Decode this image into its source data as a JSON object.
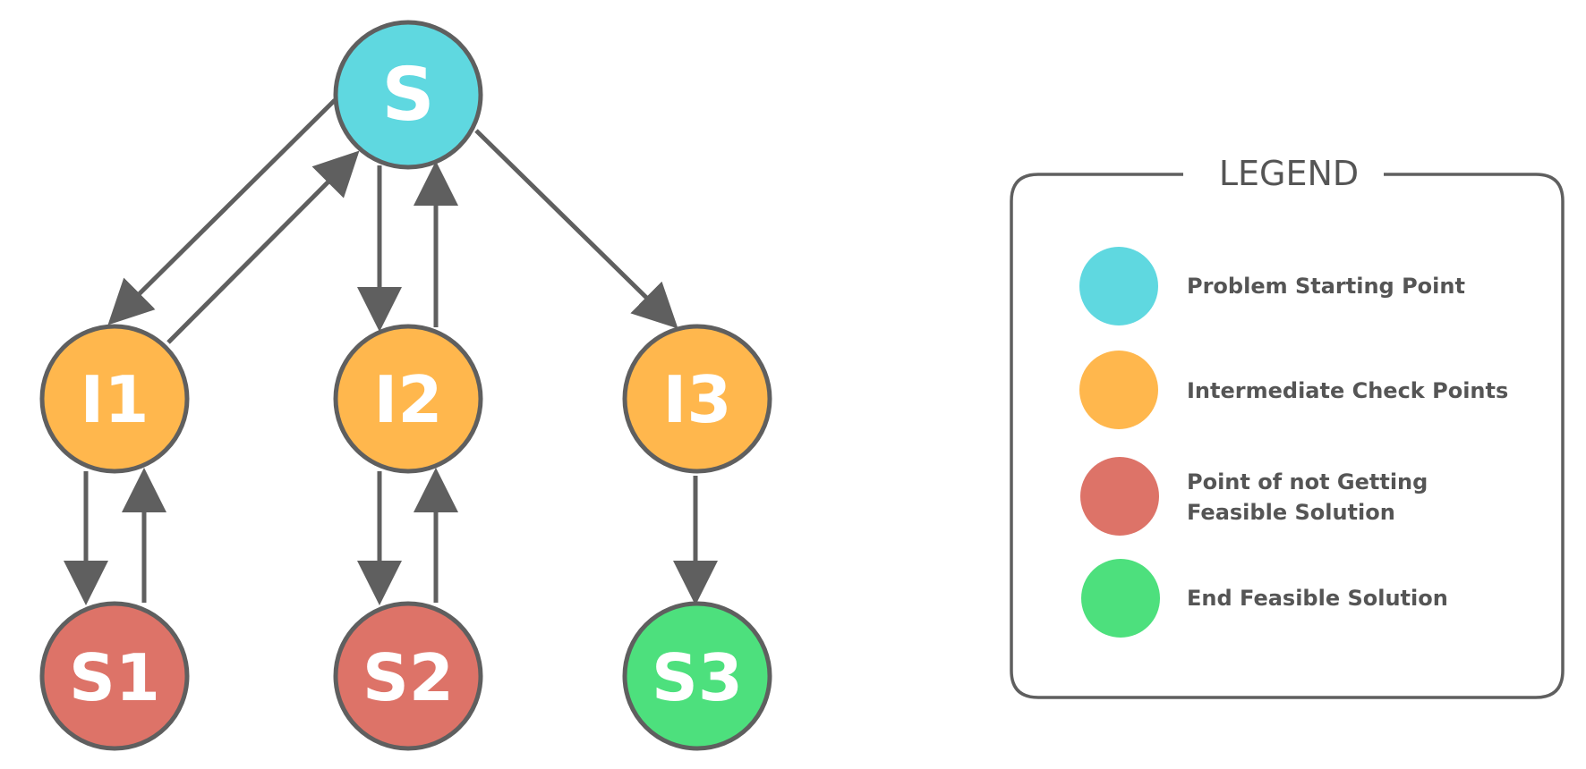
{
  "colors": {
    "start": "#5fd8e0",
    "intermediate": "#ffb74d",
    "dead_end": "#dd7368",
    "solution": "#4de07d",
    "stroke": "#5f5f5f"
  },
  "nodes": {
    "s": "S",
    "i1": "I1",
    "i2": "I2",
    "i3": "I3",
    "s1": "S1",
    "s2": "S2",
    "s3": "S3"
  },
  "legend": {
    "title": "LEGEND",
    "items": [
      {
        "label_line1": "Problem Starting Point",
        "label_line2": "",
        "color": "#5fd8e0"
      },
      {
        "label_line1": "Intermediate Check Points",
        "label_line2": "",
        "color": "#ffb74d"
      },
      {
        "label_line1": "Point of not Getting",
        "label_line2": "Feasible Solution",
        "color": "#dd7368"
      },
      {
        "label_line1": "End Feasible Solution",
        "label_line2": "",
        "color": "#4de07d"
      }
    ]
  }
}
